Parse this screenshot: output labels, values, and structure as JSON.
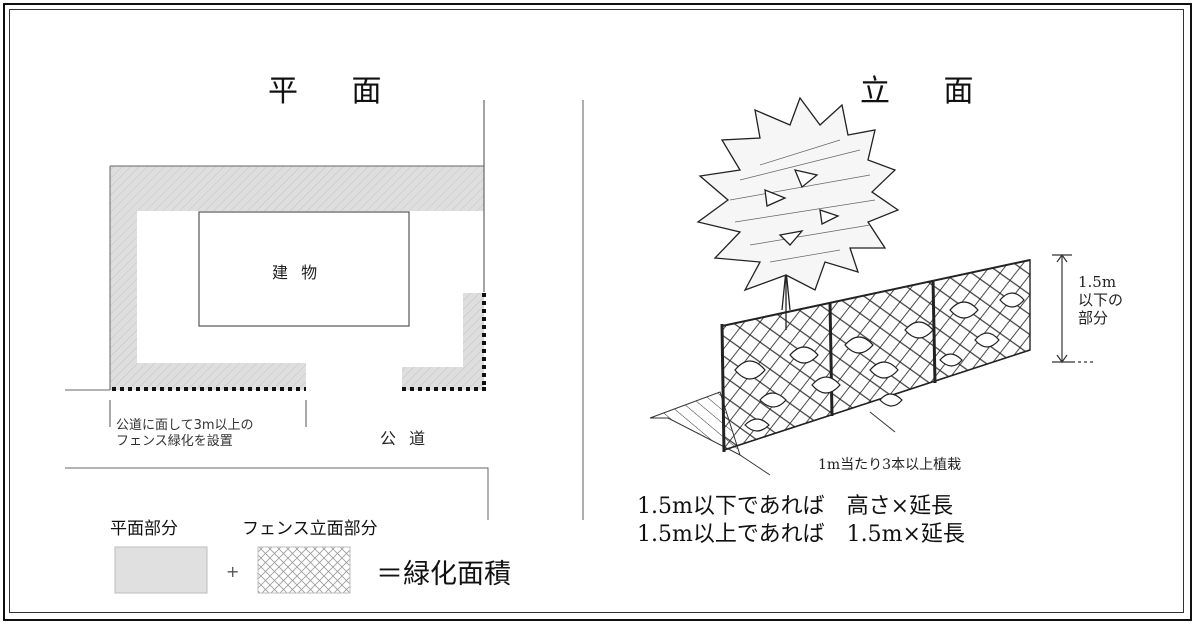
{
  "plan": {
    "title": "平 面",
    "building": "建 物",
    "road": "公 道",
    "note_line1": "公道に面して3m以上の",
    "note_line2": "フェンス緑化を設置"
  },
  "elevation": {
    "title": "立 面",
    "height_line1": "1.5m",
    "height_line2": "以下の",
    "height_line3": "部分",
    "planting": "1m当たり3本以上植栽",
    "formula_line1": "1.5m以下であれば　高さ×延長",
    "formula_line2": "1.5m以上であれば　1.5m×延長"
  },
  "legend": {
    "flat_label": "平面部分",
    "fence_label": "フェンス立面部分",
    "plus": "+",
    "result": "＝緑化面積"
  },
  "colors": {
    "shade": "#dddddd",
    "line": "#444444"
  }
}
